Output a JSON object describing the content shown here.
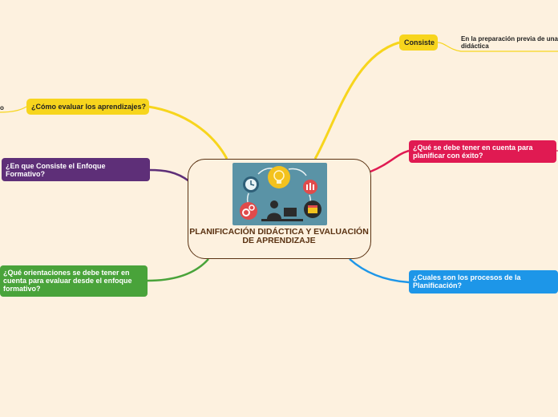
{
  "central": {
    "title": "PLANIFICACIÓN DIDÁCTICA Y EVALUACIÓN DE APRENDIZAJE",
    "image_icons": [
      "clock-icon",
      "lightbulb-icon",
      "people-icon",
      "gears-icon",
      "person-at-desk-icon",
      "calendar-icon"
    ]
  },
  "nodes": {
    "consiste": "Consiste",
    "consiste_detail": "En la preparación previa de una didáctica",
    "como_evaluar": "¿Cómo evaluar los aprendizajes?",
    "como_evaluar_cut": "o",
    "enfoque": "¿En que Consiste el Enfoque Formativo?",
    "orientaciones": "¿Qué orientaciones se debe tener en cuenta para evaluar desde el enfoque formativo?",
    "exito": "¿Qué se debe tener en cuenta para planificar con éxito?",
    "procesos": "¿Cuales son los procesos de la Planificación?"
  },
  "colors": {
    "background": "#fdf1df",
    "yellow": "#f7d51d",
    "purple": "#5e2f78",
    "red": "#e01a52",
    "green": "#49a33a",
    "blue": "#1d96e8",
    "central_border": "#5a3212"
  }
}
